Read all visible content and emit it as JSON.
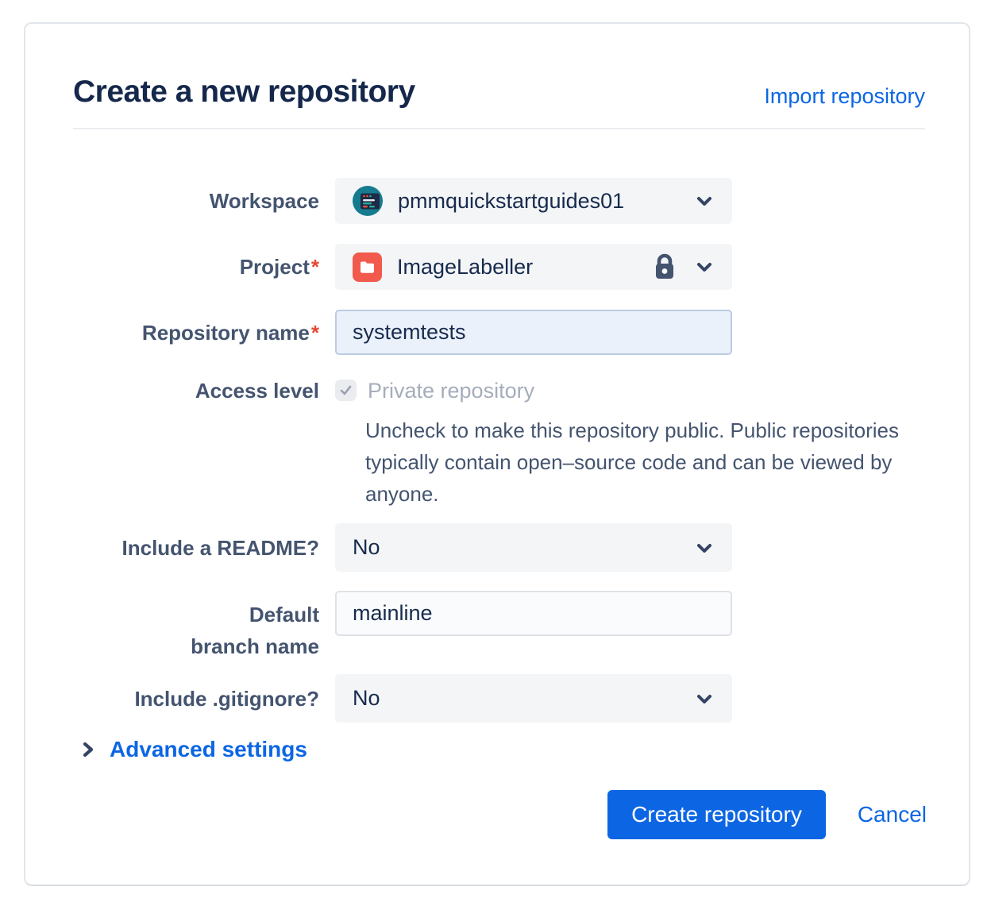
{
  "header": {
    "title": "Create a new repository",
    "import_link": "Import repository"
  },
  "form": {
    "workspace": {
      "label": "Workspace",
      "value": "pmmquickstartguides01"
    },
    "project": {
      "label": "Project",
      "required": "*",
      "value": "ImageLabeller"
    },
    "repo_name": {
      "label": "Repository name",
      "required": "*",
      "value": "systemtests"
    },
    "access_level": {
      "label": "Access level",
      "checkbox_label": "Private repository",
      "checkbox_state": "checked-disabled",
      "help": "Uncheck to make this repository public. Public repositories typically contain open–source code and can be viewed by anyone."
    },
    "readme": {
      "label": "Include a README?",
      "value": "No"
    },
    "default_branch": {
      "label": "Default branch name",
      "value": "mainline"
    },
    "gitignore": {
      "label": "Include .gitignore?",
      "value": "No"
    },
    "advanced": {
      "label": "Advanced settings"
    }
  },
  "footer": {
    "create_label": "Create repository",
    "cancel_label": "Cancel"
  },
  "icons": {
    "workspace_avatar": "teal-workspace-avatar",
    "project_folder": "red-folder-icon",
    "lock": "lock-icon",
    "chevron_down": "chevron-down-icon",
    "chevron_right": "chevron-right-icon",
    "checkbox_check": "check-icon"
  },
  "colors": {
    "title_text": "#15284B",
    "label_text": "#44546F",
    "value_text": "#172B4D",
    "disabled_text": "#A5ADBA",
    "link_blue": "#0C66E4",
    "primary_button": "#0C66E4",
    "field_gray_bg": "#F4F5F7",
    "focused_input_bg": "#EBF1FB",
    "required_red": "#E34935",
    "avatar_teal": "#177B8F",
    "project_red": "#F25A4E"
  }
}
